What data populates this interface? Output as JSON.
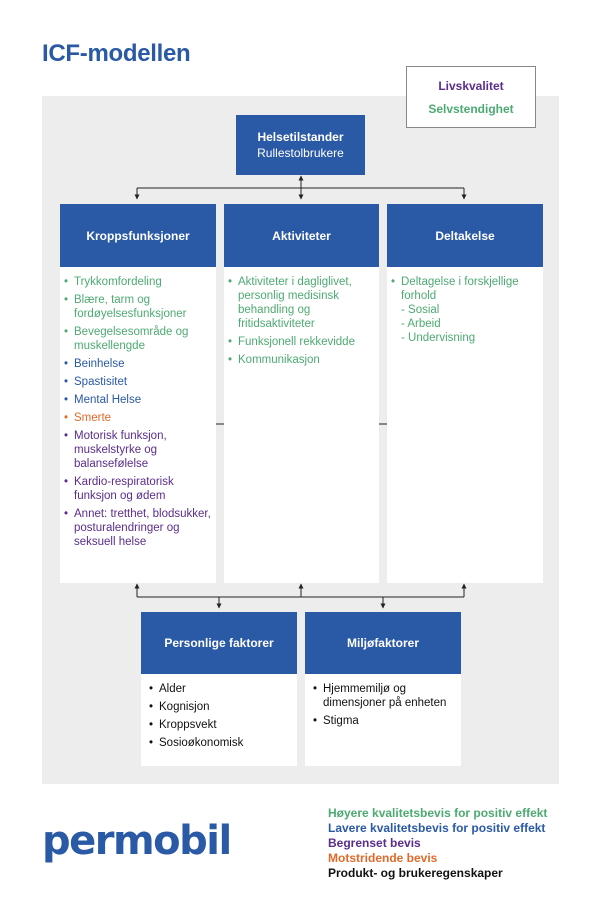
{
  "page": {
    "title": "ICF-modellen"
  },
  "quality_of_life": {
    "line1": "Livskvalitet",
    "line2": "Selvstendighet"
  },
  "colors": {
    "blue": "#2a59a5",
    "high": "#4daa72",
    "low": "#2a59a5",
    "limited": "#5b2d8c",
    "conflicting": "#e06a2a",
    "product": "#111111",
    "panel": "#ededed"
  },
  "health": {
    "title": "Helsetilstander",
    "subtitle": "Rullestolbrukere"
  },
  "body_functions": {
    "title": "Kroppsfunksjoner",
    "items": [
      {
        "text": "Trykkomfordeling",
        "level": "high"
      },
      {
        "text": "Blære, tarm og fordøyelsesfunksjoner",
        "level": "high"
      },
      {
        "text": "Bevegelsesområde og muskellengde",
        "level": "high"
      },
      {
        "text": "Beinhelse",
        "level": "low"
      },
      {
        "text": "Spastisitet",
        "level": "low"
      },
      {
        "text": "Mental Helse",
        "level": "low"
      },
      {
        "text": "Smerte",
        "level": "conflicting"
      },
      {
        "text": "Motorisk funksjon, muskelstyrke og balansefølelse",
        "level": "limited"
      },
      {
        "text": "Kardio-respiratorisk funksjon og ødem",
        "level": "limited"
      },
      {
        "text": "Annet: tretthet, blodsukker, posturalendringer og seksuell helse",
        "level": "limited"
      }
    ]
  },
  "activities": {
    "title": "Aktiviteter",
    "items": [
      {
        "text": "Aktiviteter i dagliglivet, personlig medisinsk behandling og fritidsaktiviteter",
        "level": "high"
      },
      {
        "text": "Funksjonell rekkevidde",
        "level": "high"
      },
      {
        "text": "Kommunikasjon",
        "level": "high"
      }
    ]
  },
  "participation": {
    "title": "Deltakelse",
    "items": [
      {
        "text": "Deltagelse i forskjellige forhold",
        "level": "high"
      }
    ],
    "subitems": [
      "- Sosial",
      "- Arbeid",
      "- Undervisning"
    ]
  },
  "personal_factors": {
    "title": "Personlige faktorer",
    "items": [
      {
        "text": "Alder",
        "level": "product"
      },
      {
        "text": "Kognisjon",
        "level": "product"
      },
      {
        "text": "Kroppsvekt",
        "level": "product"
      },
      {
        "text": "Sosioøkonomisk",
        "level": "product"
      }
    ]
  },
  "environmental_factors": {
    "title": "Miljøfaktorer",
    "items": [
      {
        "text": "Hjemmemiljø og dimensjoner på enheten",
        "level": "product"
      },
      {
        "text": "Stigma",
        "level": "product"
      }
    ]
  },
  "legend": {
    "high": "Høyere kvalitetsbevis for positiv effekt",
    "low": "Lavere kvalitetsbevis for positiv effekt",
    "limited": "Begrenset bevis",
    "conflicting": "Motstridende bevis",
    "product": "Produkt- og brukeregenskaper"
  },
  "logo": {
    "text": "permobil"
  }
}
